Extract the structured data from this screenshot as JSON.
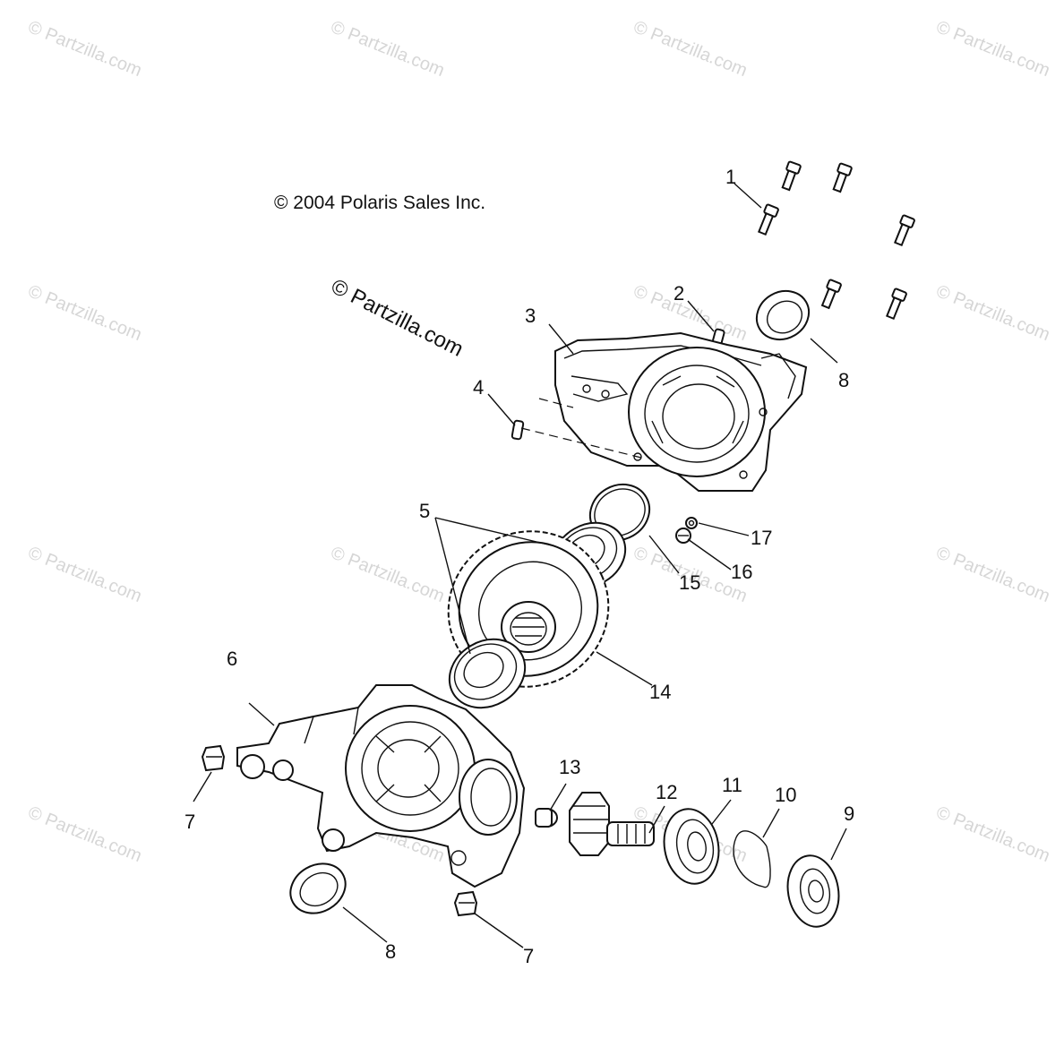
{
  "copyright": "© 2004 Polaris Sales Inc.",
  "brand_watermark": "© Partzilla.com",
  "tile_watermark": "© Partzilla.com",
  "callouts": {
    "c1": "1",
    "c2": "2",
    "c3": "3",
    "c4": "4",
    "c5": "5",
    "c6": "6",
    "c7a": "7",
    "c7b": "7",
    "c8a": "8",
    "c8b": "8",
    "c9": "9",
    "c10": "10",
    "c11": "11",
    "c12": "12",
    "c13": "13",
    "c14": "14",
    "c15": "15",
    "c16": "16",
    "c17": "17"
  }
}
